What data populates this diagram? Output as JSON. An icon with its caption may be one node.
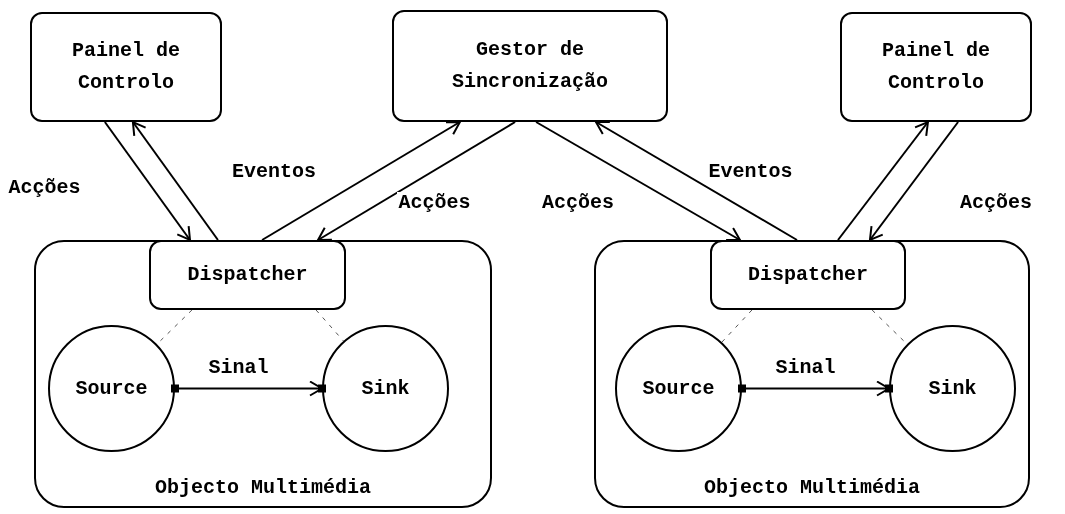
{
  "diagram": {
    "nodes": [
      {
        "text": [
          "Painel de Controlo"
        ]
      },
      {
        "text": [
          "Gestor de Sincronização"
        ]
      },
      {
        "text": [
          "Painel de Controlo"
        ]
      },
      {
        "text": [
          "Objecto Multimédia"
        ]
      },
      {
        "text": [
          "Dispatcher"
        ],
        "in": 3
      },
      {
        "text": [
          "Source"
        ],
        "in": 3
      },
      {
        "text": [
          "Sink"
        ],
        "in": 3
      },
      {
        "text": [
          "Objecto Multimédia"
        ]
      },
      {
        "text": [
          "Dispatcher"
        ],
        "in": 7
      },
      {
        "text": [
          "Source"
        ],
        "in": 7
      },
      {
        "text": [
          "Sink"
        ],
        "in": 7
      }
    ],
    "edges": [
      {
        "from": 0,
        "to": 4,
        "arrow": "to",
        "label": "Acções"
      },
      {
        "from": 4,
        "to": 0,
        "arrow": "to"
      },
      {
        "from": 4,
        "to": 1,
        "arrow": "to",
        "label": "Eventos"
      },
      {
        "from": 1,
        "to": 4,
        "arrow": "to",
        "label": "Acções"
      },
      {
        "from": 1,
        "to": 8,
        "arrow": "to",
        "label": "Acções"
      },
      {
        "from": 8,
        "to": 1,
        "arrow": "to",
        "label": "Eventos"
      },
      {
        "from": 8,
        "to": 2,
        "arrow": "to"
      },
      {
        "from": 2,
        "to": 8,
        "arrow": "to",
        "label": "Acções"
      },
      {
        "from": 5,
        "to": 6,
        "arrow": "to",
        "label": "Sinal"
      },
      {
        "from": 9,
        "to": 10,
        "arrow": "to",
        "label": "Sinal"
      },
      {
        "from": 4,
        "to": 5,
        "arrow": "none",
        "style": "dashed"
      },
      {
        "from": 4,
        "to": 6,
        "arrow": "none",
        "style": "dashed"
      },
      {
        "from": 8,
        "to": 9,
        "arrow": "none",
        "style": "dashed"
      },
      {
        "from": 8,
        "to": 10,
        "arrow": "none",
        "style": "dashed"
      }
    ]
  }
}
